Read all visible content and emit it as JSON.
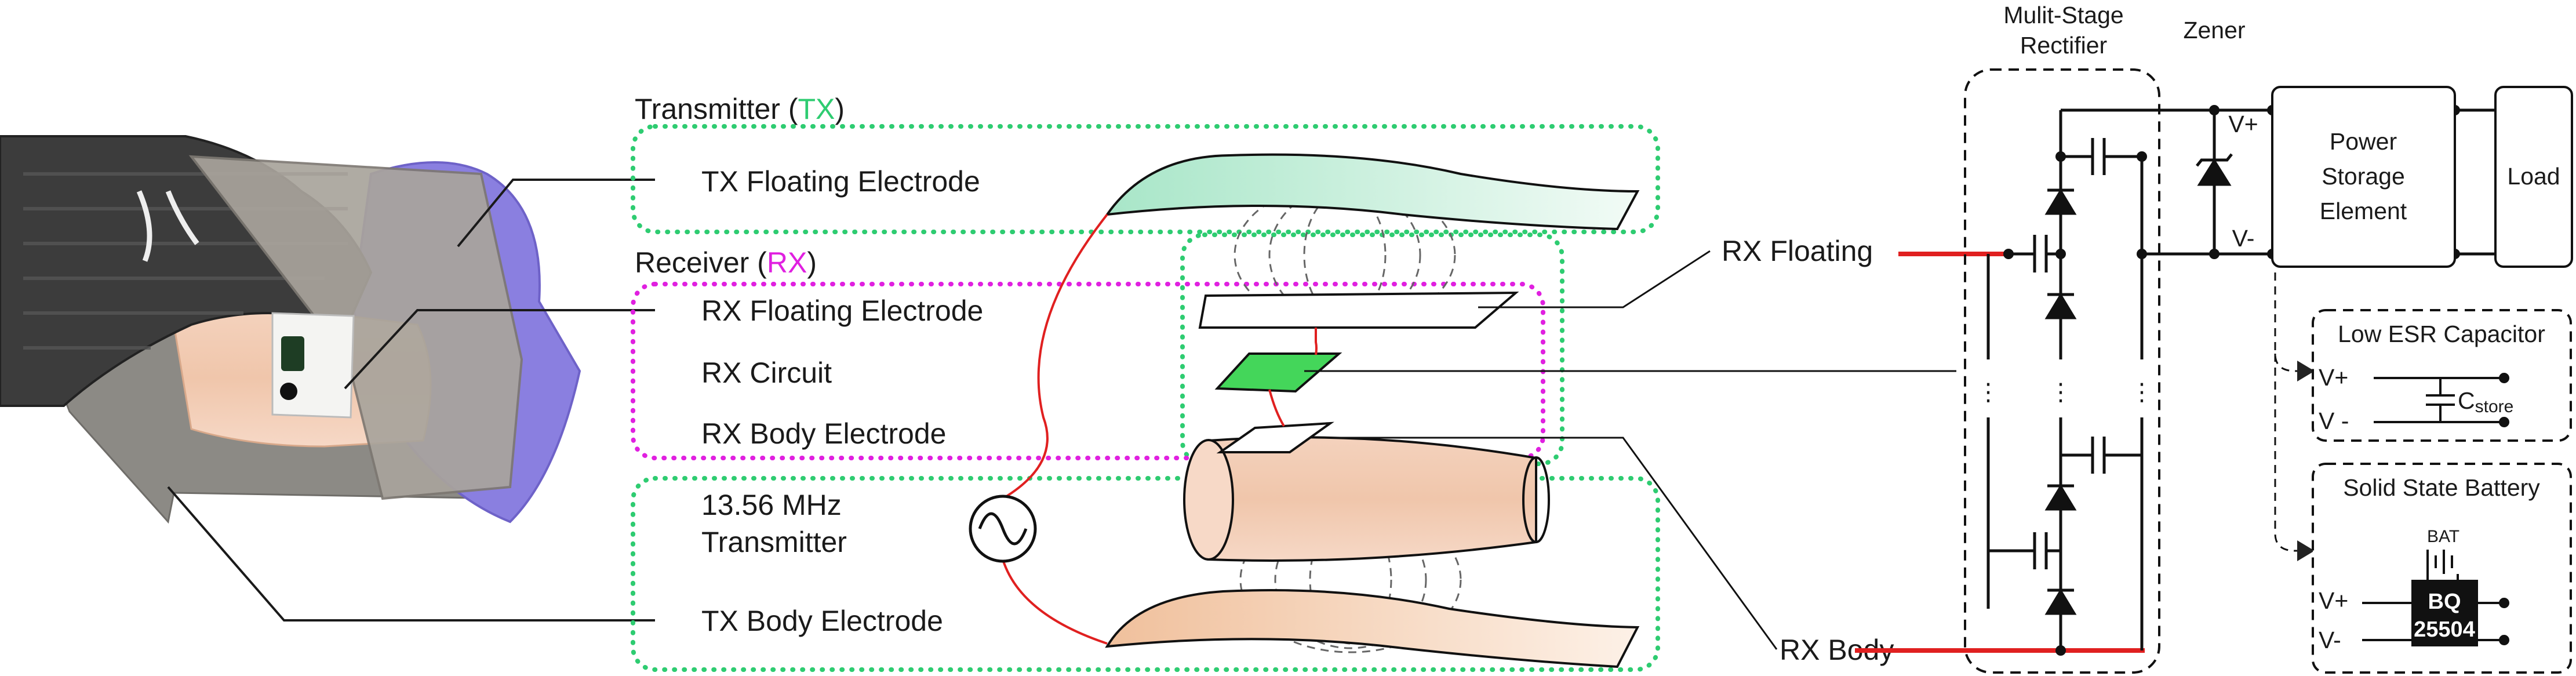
{
  "colors": {
    "tx_accent": "#2ecc71",
    "rx_accent": "#e020e0",
    "wire_red": "#e02020",
    "circuit_green": "#44d65a",
    "tx_floating_fill": "#ccefe0",
    "arm_fill": "#f3cdb4",
    "tx_body_fill": "#f5d6bc"
  },
  "photo": {
    "description_icon": "arm-photo-with-electrodes"
  },
  "system": {
    "tx_title_prefix": "Transmitter (",
    "tx_title_accent": "TX",
    "tx_title_suffix": ")",
    "rx_title_prefix": "Receiver (",
    "rx_title_accent": "RX",
    "rx_title_suffix": ")",
    "labels": {
      "tx_floating": "TX Floating Electrode",
      "rx_floating": "RX Floating Electrode",
      "rx_circuit": "RX Circuit",
      "rx_body": "RX Body Electrode",
      "transmitter_line1": "13.56 MHz",
      "transmitter_line2": "Transmitter",
      "tx_body": "TX Body Electrode"
    }
  },
  "circuit": {
    "rx_floating": "RX Floating",
    "rx_body": "RX Body",
    "rectifier_line1": "Mulit-Stage",
    "rectifier_line2": "Rectifier",
    "zener": "Zener",
    "vplus": "V+",
    "vminus": "V-",
    "storage_line1": "Power",
    "storage_line2": "Storage",
    "storage_line3": "Element",
    "load": "Load",
    "ellipsis": "⋮",
    "low_esr": {
      "title": "Low ESR Capacitor",
      "vplus": "V+",
      "vminus": "V -",
      "cap_symbol": "C",
      "cap_subscript": "store"
    },
    "battery": {
      "title": "Solid State Battery",
      "bat": "BAT",
      "vplus": "V+",
      "vminus": "V-",
      "chip_line1": "BQ",
      "chip_line2": "25504"
    }
  }
}
